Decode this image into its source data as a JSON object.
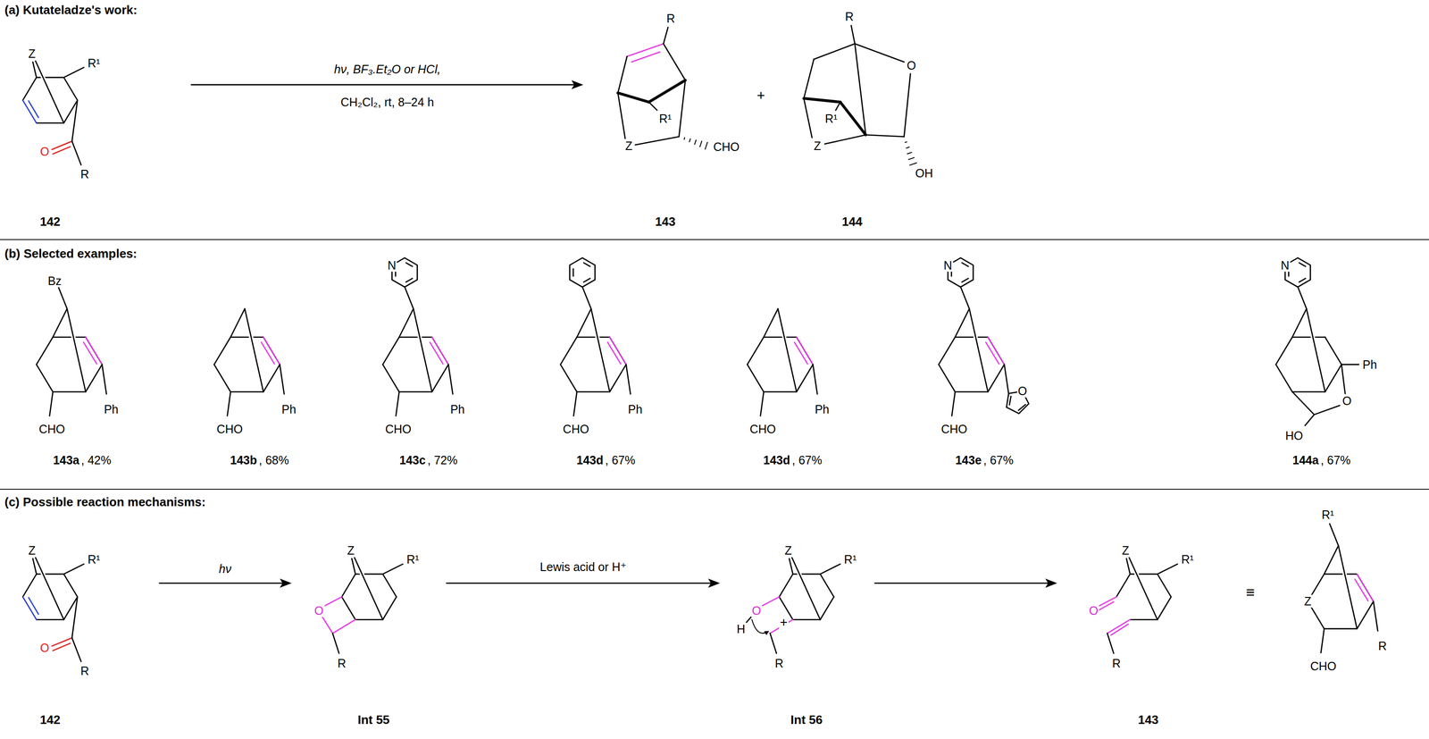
{
  "diagram": {
    "labels": [
      "(a) Kutateladze's work:",
      "Z",
      "R¹",
      "O",
      "R",
      "142",
      "hν, BF₃.Et₂O or HCl,",
      "CH₂Cl₂, rt, 8–24 h",
      "R",
      "R¹",
      "Z",
      "CHO",
      "143",
      "+",
      "R",
      "O",
      "R¹",
      "Z",
      "OH",
      "144",
      "(b) Selected examples:",
      "Bz",
      "CHO",
      "Ph",
      "143a",
      ", 42%",
      "CHO",
      "Ph",
      "143b",
      ", 68%",
      "N",
      "CHO",
      "Ph",
      "143c",
      ", 72%",
      "CHO",
      "Ph",
      "143d",
      ", 67%",
      "CHO",
      "Ph",
      "143d",
      ", 67%",
      "N",
      "O",
      "CHO",
      "143e",
      ", 67%",
      "N",
      "Ph",
      "O",
      "HO",
      "144a",
      ", 67%",
      "(c) Possible reaction mechanisms:",
      "Z",
      "R¹",
      "O",
      "R",
      "142",
      "hν",
      "Z",
      "R¹",
      "O",
      "R",
      "Int 55",
      "Lewis acid or H⁺",
      "Z",
      "R¹",
      "+",
      "H",
      "O",
      "R",
      "Int 56",
      "Z",
      "R¹",
      "O",
      "R",
      "143",
      "≡",
      "R¹",
      "Z",
      "CHO",
      "R"
    ]
  }
}
